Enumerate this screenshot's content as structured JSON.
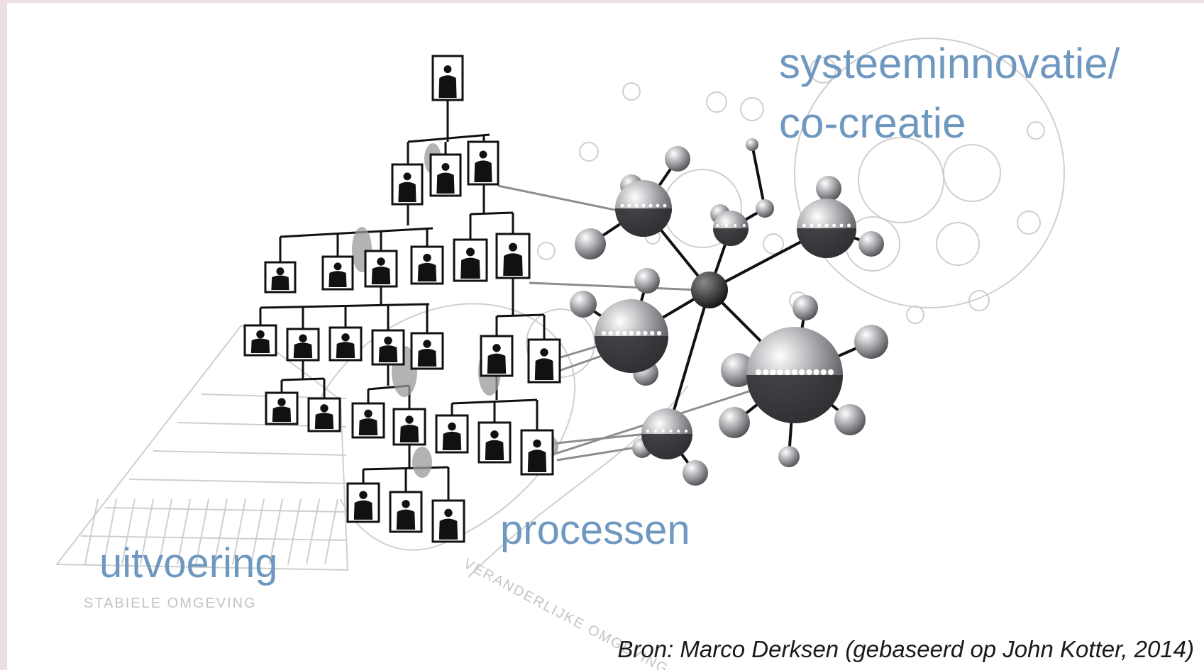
{
  "labels": {
    "system_line1": "systeeminnovatie/",
    "system_line2": "co-creatie",
    "processes": "processen",
    "execution": "uitvoering"
  },
  "sketch_labels": {
    "stable": "STABIELE OMGEVING",
    "changing": "VERANDERLIJKE OMGEVING"
  },
  "source": "Bron: Marco Derksen (gebaseerd op John Kotter, 2014)",
  "colors": {
    "label_blue": "#6e98c0",
    "sketch_gray": "#cccccc",
    "frame_pink": "#ecdfe2"
  }
}
